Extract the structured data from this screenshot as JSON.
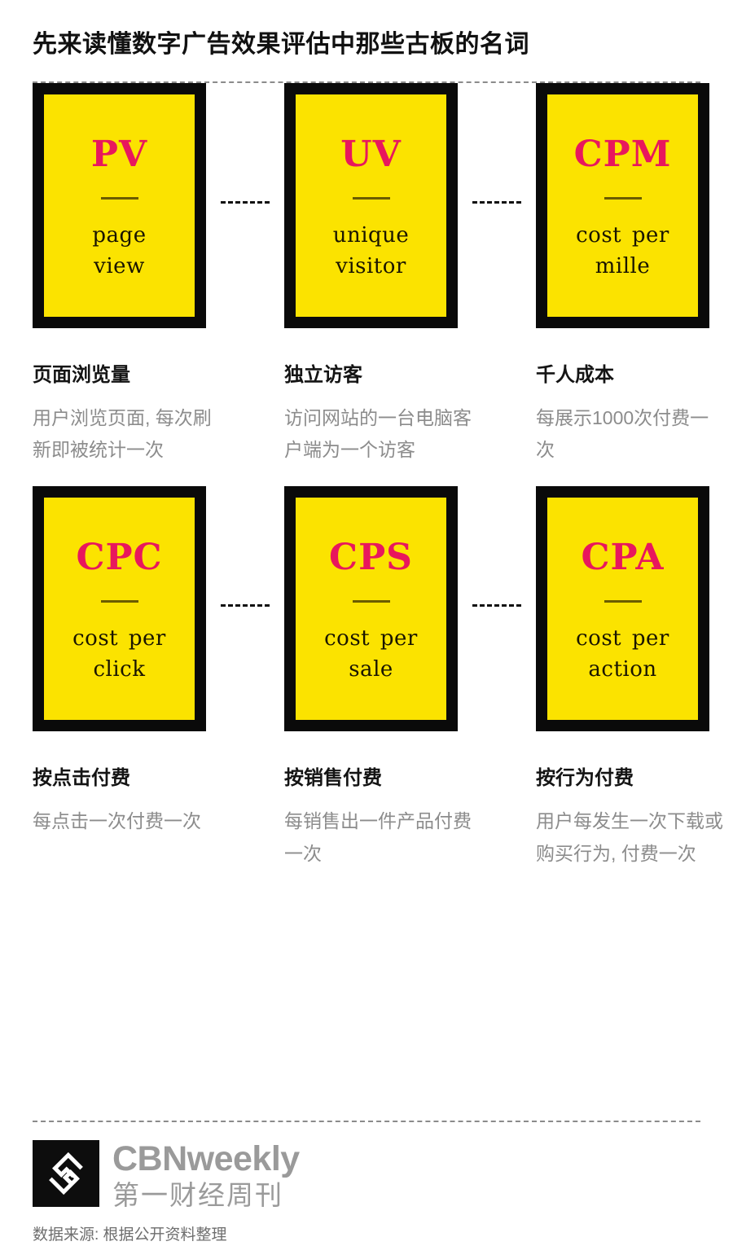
{
  "header": {
    "title": "先来读懂数字广告效果评估中那些古板的名词"
  },
  "colors": {
    "card_fill": "#FBE300",
    "card_border": "#0A0A0A",
    "abbr_accent": "#E8175D",
    "desc_title": "#141414",
    "desc_body": "#8C8C8C",
    "brand_gray": "#9A9A9A"
  },
  "rows": [
    {
      "cards": [
        {
          "abbr": "PV",
          "expansion_line1": "page",
          "expansion_line2": "view",
          "desc_title": "页面浏览量",
          "desc_body": "用户浏览页面, 每次刷新即被统计一次"
        },
        {
          "abbr": "UV",
          "expansion_line1": "unique",
          "expansion_line2": "visitor",
          "desc_title": "独立访客",
          "desc_body": "访问网站的一台电脑客户端为一个访客"
        },
        {
          "abbr": "CPM",
          "expansion_line1": "cost per",
          "expansion_line2": "mille",
          "desc_title": "千人成本",
          "desc_body": "每展示1000次付费一次"
        }
      ]
    },
    {
      "cards": [
        {
          "abbr": "CPC",
          "expansion_line1": "cost per",
          "expansion_line2": "click",
          "desc_title": "按点击付费",
          "desc_body": "每点击一次付费一次"
        },
        {
          "abbr": "CPS",
          "expansion_line1": "cost per",
          "expansion_line2": "sale",
          "desc_title": "按销售付费",
          "desc_body": "每销售出一件产品付费一次"
        },
        {
          "abbr": "CPA",
          "expansion_line1": "cost per",
          "expansion_line2": "action",
          "desc_title": "按行为付费",
          "desc_body": "用户每发生一次下载或购买行为, 付费一次"
        }
      ]
    }
  ],
  "footer": {
    "brand_en": "CBNweekly",
    "brand_cn": "第一财经周刊",
    "source": "数据来源: 根据公开资料整理"
  }
}
